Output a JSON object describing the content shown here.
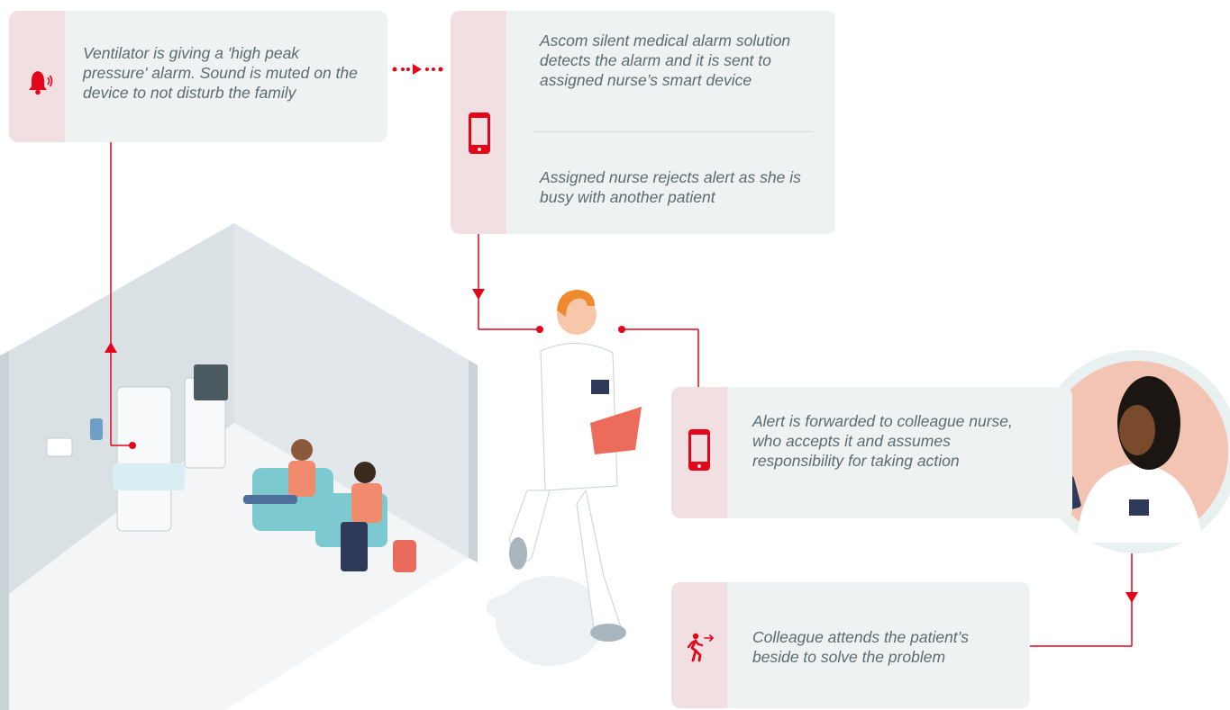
{
  "steps": [
    {
      "id": "alarm",
      "icon": "alarm-bell-icon",
      "text": "Ventilator is giving a 'high peak pressure' alarm. Sound is muted on the device to not disturb the family"
    },
    {
      "id": "detect",
      "icon": "smartphone-icon",
      "text": "Ascom silent medical alarm solution detects the alarm and it is sent to assigned nurse’s smart device",
      "text2": "Assigned nurse rejects alert as she is busy with another patient"
    },
    {
      "id": "forward",
      "icon": "smartphone-icon",
      "text": "Alert is forwarded to colleague nurse, who accepts it and assumes responsibility for taking action"
    },
    {
      "id": "attend",
      "icon": "walking-person-icon",
      "text": "Colleague attends the patient’s beside to solve the problem"
    }
  ],
  "colors": {
    "accent": "#e3061b",
    "card_background": "#eef2f3",
    "icon_strip": "#f1dfe2",
    "text": "#5b6b70"
  }
}
